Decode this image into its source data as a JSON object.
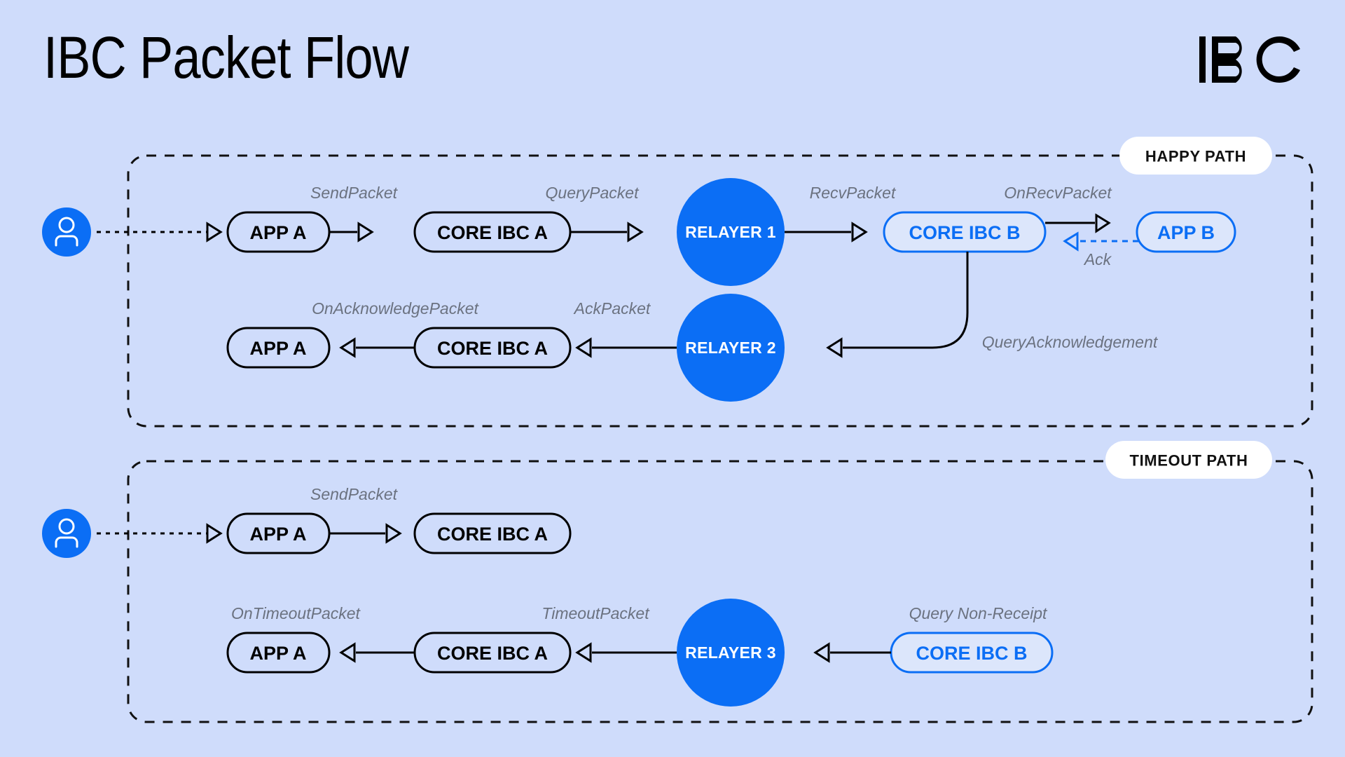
{
  "header": {
    "title": "IBC Packet Flow",
    "logo_text": "IBC"
  },
  "colors": {
    "background": "#cfdcfb",
    "accent_blue": "#0b6ef5",
    "node_fill_blue": "#dce6fb",
    "label_gray": "#6b7280",
    "badge_bg": "#ffffff",
    "stroke_black": "#000000"
  },
  "sections": [
    {
      "id": "happy-path",
      "badge": "HAPPY PATH",
      "actor": "user-icon",
      "nodes": [
        {
          "id": "h-app-a-1",
          "label": "APP A",
          "style": "dark"
        },
        {
          "id": "h-core-a-1",
          "label": "CORE IBC A",
          "style": "dark"
        },
        {
          "id": "h-relayer-1",
          "label": "RELAYER 1",
          "style": "relayer"
        },
        {
          "id": "h-core-b",
          "label": "CORE IBC B",
          "style": "blue"
        },
        {
          "id": "h-app-b",
          "label": "APP B",
          "style": "blue"
        },
        {
          "id": "h-app-a-2",
          "label": "APP A",
          "style": "dark"
        },
        {
          "id": "h-core-a-2",
          "label": "CORE IBC A",
          "style": "dark"
        },
        {
          "id": "h-relayer-2",
          "label": "RELAYER 2",
          "style": "relayer"
        }
      ],
      "edges": [
        {
          "label": "",
          "from": "user",
          "to": "h-app-a-1",
          "kind": "dotted"
        },
        {
          "label": "SendPacket",
          "from": "h-app-a-1",
          "to": "h-core-a-1",
          "kind": "solid"
        },
        {
          "label": "QueryPacket",
          "from": "h-core-a-1",
          "to": "h-relayer-1",
          "kind": "solid"
        },
        {
          "label": "RecvPacket",
          "from": "h-relayer-1",
          "to": "h-core-b",
          "kind": "solid"
        },
        {
          "label": "OnRecvPacket",
          "from": "h-core-b",
          "to": "h-app-b",
          "kind": "solid"
        },
        {
          "label": "Ack",
          "from": "h-app-b",
          "to": "h-core-b",
          "kind": "dashed-blue"
        },
        {
          "label": "QueryAcknowledgement",
          "from": "h-core-b",
          "to": "h-relayer-2",
          "kind": "curved"
        },
        {
          "label": "AckPacket",
          "from": "h-relayer-2",
          "to": "h-core-a-2",
          "kind": "solid"
        },
        {
          "label": "OnAcknowledgePacket",
          "from": "h-core-a-2",
          "to": "h-app-a-2",
          "kind": "solid"
        }
      ]
    },
    {
      "id": "timeout-path",
      "badge": "TIMEOUT PATH",
      "actor": "user-icon",
      "nodes": [
        {
          "id": "t-app-a-1",
          "label": "APP A",
          "style": "dark"
        },
        {
          "id": "t-core-a-1",
          "label": "CORE IBC A",
          "style": "dark"
        },
        {
          "id": "t-app-a-2",
          "label": "APP A",
          "style": "dark"
        },
        {
          "id": "t-core-a-2",
          "label": "CORE IBC A",
          "style": "dark"
        },
        {
          "id": "t-relayer-3",
          "label": "RELAYER 3",
          "style": "relayer"
        },
        {
          "id": "t-core-b",
          "label": "CORE IBC B",
          "style": "blue"
        }
      ],
      "edges": [
        {
          "label": "",
          "from": "user",
          "to": "t-app-a-1",
          "kind": "dotted"
        },
        {
          "label": "SendPacket",
          "from": "t-app-a-1",
          "to": "t-core-a-1",
          "kind": "solid"
        },
        {
          "label": "Query Non-Receipt",
          "from": "t-core-b",
          "to": "t-relayer-3",
          "kind": "solid"
        },
        {
          "label": "TimeoutPacket",
          "from": "t-relayer-3",
          "to": "t-core-a-2",
          "kind": "solid"
        },
        {
          "label": "OnTimeoutPacket",
          "from": "t-core-a-2",
          "to": "t-app-a-2",
          "kind": "solid"
        }
      ]
    }
  ]
}
